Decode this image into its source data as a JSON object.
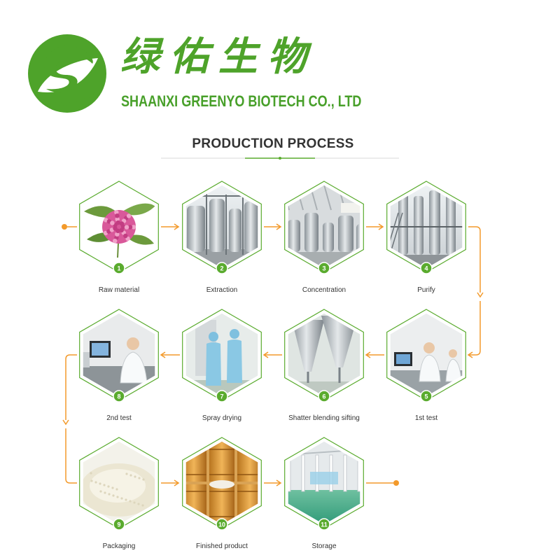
{
  "company": {
    "name_cn": "绿佑生物",
    "name_en": "SHAANXI GREENYO BIOTECH CO., LTD"
  },
  "section": {
    "title": "PRODUCTION PROCESS"
  },
  "colors": {
    "brand_green": "#4ea32a",
    "accent_orange": "#f39a2b",
    "badge_green": "#5aab2e",
    "text": "#333333"
  },
  "steps": [
    {
      "number": "1",
      "label": "Raw material",
      "icon": "red-clover-photo"
    },
    {
      "number": "2",
      "label": "Extraction",
      "icon": "extraction-tanks-photo"
    },
    {
      "number": "3",
      "label": "Concentration",
      "icon": "concentration-plant-photo"
    },
    {
      "number": "4",
      "label": "Purify",
      "icon": "purification-columns-photo"
    },
    {
      "number": "5",
      "label": "1st test",
      "icon": "lab-technician-photo"
    },
    {
      "number": "6",
      "label": "Shatter blending sifting",
      "icon": "blending-cones-photo"
    },
    {
      "number": "7",
      "label": "Spray drying",
      "icon": "spray-drying-workers-photo"
    },
    {
      "number": "8",
      "label": "2nd test",
      "icon": "lab-computer-photo"
    },
    {
      "number": "9",
      "label": "Packaging",
      "icon": "powder-photo"
    },
    {
      "number": "10",
      "label": "Finished product",
      "icon": "fiber-drums-photo"
    },
    {
      "number": "11",
      "label": "Storage",
      "icon": "warehouse-photo"
    }
  ]
}
